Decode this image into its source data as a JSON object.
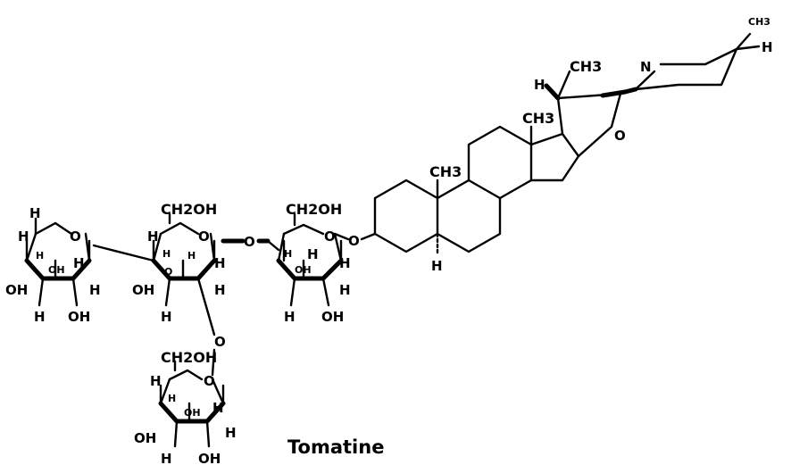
{
  "title": "Tomatine",
  "atoms": {
    "H": "H",
    "O": "O",
    "N": "N",
    "OH": "OH",
    "CH3": "CH3",
    "CH2OH": "CH2OH"
  }
}
